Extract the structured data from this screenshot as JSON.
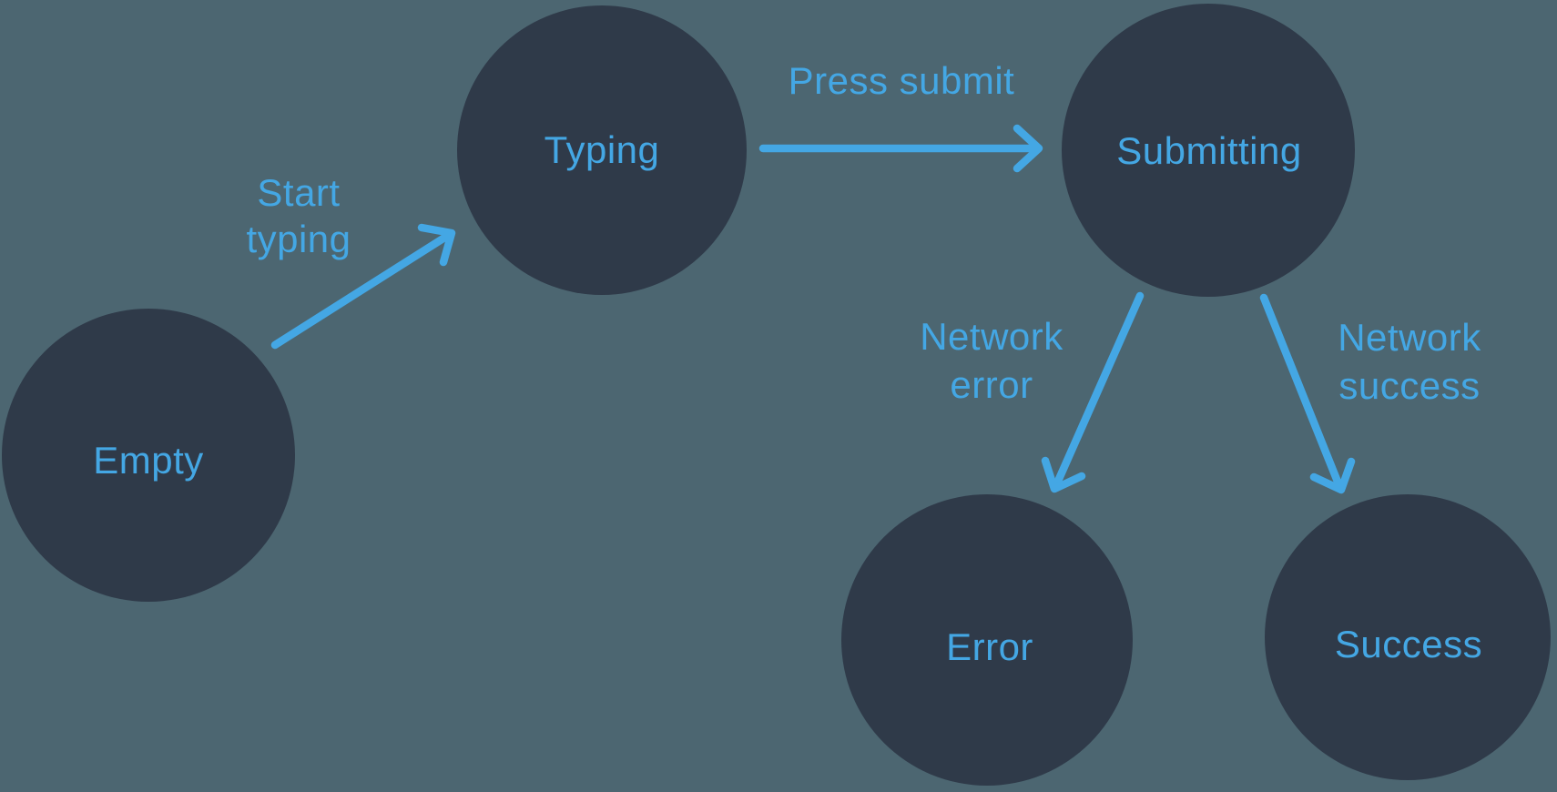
{
  "diagram": {
    "colors": {
      "background": "#4c6671",
      "node_fill": "#2f3a49",
      "accent": "#44a7e4"
    },
    "states": [
      {
        "id": "empty",
        "label": "Empty"
      },
      {
        "id": "typing",
        "label": "Typing"
      },
      {
        "id": "submitting",
        "label": "Submitting"
      },
      {
        "id": "error",
        "label": "Error"
      },
      {
        "id": "success",
        "label": "Success"
      }
    ],
    "transitions": [
      {
        "from": "empty",
        "to": "typing",
        "label": "Start typing",
        "lines": [
          "Start",
          "typing"
        ]
      },
      {
        "from": "typing",
        "to": "submitting",
        "label": "Press submit",
        "lines": [
          "Press submit"
        ]
      },
      {
        "from": "submitting",
        "to": "error",
        "label": "Network error",
        "lines": [
          "Network",
          "error"
        ]
      },
      {
        "from": "submitting",
        "to": "success",
        "label": "Network success",
        "lines": [
          "Network",
          "success"
        ]
      }
    ]
  }
}
